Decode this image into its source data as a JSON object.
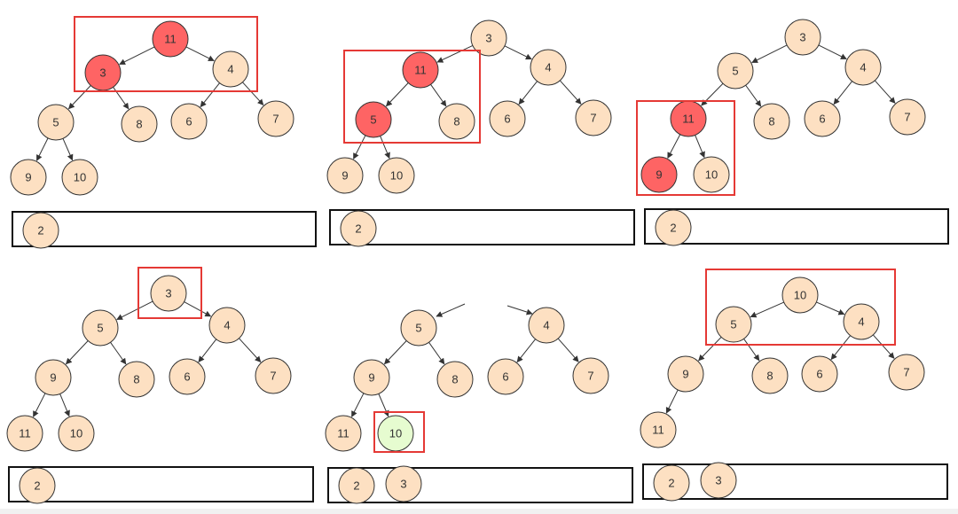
{
  "colors": {
    "node_fill": "#fde0c2",
    "node_stroke": "#333333",
    "active_fill": "#fe6464",
    "inserted_fill": "#e6fcd0",
    "highlight": "#e53935",
    "edge": "#333333",
    "box_stroke": "#111111"
  },
  "panels": [
    {
      "nodes": [
        {
          "id": "n11",
          "label": "11",
          "state": "active"
        },
        {
          "id": "n3",
          "label": "3",
          "state": "active"
        },
        {
          "id": "n4",
          "label": "4",
          "state": "normal"
        },
        {
          "id": "n5",
          "label": "5",
          "state": "normal"
        },
        {
          "id": "n8",
          "label": "8",
          "state": "normal"
        },
        {
          "id": "n6",
          "label": "6",
          "state": "normal"
        },
        {
          "id": "n7",
          "label": "7",
          "state": "normal"
        },
        {
          "id": "n9",
          "label": "9",
          "state": "normal"
        },
        {
          "id": "n10",
          "label": "10",
          "state": "normal"
        }
      ],
      "edges": [
        [
          "n11",
          "n3"
        ],
        [
          "n11",
          "n4"
        ],
        [
          "n3",
          "n5"
        ],
        [
          "n3",
          "n8"
        ],
        [
          "n4",
          "n6"
        ],
        [
          "n4",
          "n7"
        ],
        [
          "n5",
          "n9"
        ],
        [
          "n5",
          "n10"
        ]
      ],
      "output": [
        "2"
      ]
    },
    {
      "nodes": [
        {
          "id": "n3",
          "label": "3",
          "state": "normal"
        },
        {
          "id": "n11",
          "label": "11",
          "state": "active"
        },
        {
          "id": "n4",
          "label": "4",
          "state": "normal"
        },
        {
          "id": "n5",
          "label": "5",
          "state": "active"
        },
        {
          "id": "n8",
          "label": "8",
          "state": "normal"
        },
        {
          "id": "n6",
          "label": "6",
          "state": "normal"
        },
        {
          "id": "n7",
          "label": "7",
          "state": "normal"
        },
        {
          "id": "n9",
          "label": "9",
          "state": "normal"
        },
        {
          "id": "n10",
          "label": "10",
          "state": "normal"
        }
      ],
      "edges": [
        [
          "n3",
          "n11"
        ],
        [
          "n3",
          "n4"
        ],
        [
          "n11",
          "n5"
        ],
        [
          "n11",
          "n8"
        ],
        [
          "n4",
          "n6"
        ],
        [
          "n4",
          "n7"
        ],
        [
          "n5",
          "n9"
        ],
        [
          "n5",
          "n10"
        ]
      ],
      "output": [
        "2"
      ]
    },
    {
      "nodes": [
        {
          "id": "n3",
          "label": "3",
          "state": "normal"
        },
        {
          "id": "n5",
          "label": "5",
          "state": "normal"
        },
        {
          "id": "n4",
          "label": "4",
          "state": "normal"
        },
        {
          "id": "n11",
          "label": "11",
          "state": "active"
        },
        {
          "id": "n8",
          "label": "8",
          "state": "normal"
        },
        {
          "id": "n6",
          "label": "6",
          "state": "normal"
        },
        {
          "id": "n7",
          "label": "7",
          "state": "normal"
        },
        {
          "id": "n9",
          "label": "9",
          "state": "active"
        },
        {
          "id": "n10",
          "label": "10",
          "state": "normal"
        }
      ],
      "edges": [
        [
          "n3",
          "n5"
        ],
        [
          "n3",
          "n4"
        ],
        [
          "n5",
          "n11"
        ],
        [
          "n5",
          "n8"
        ],
        [
          "n4",
          "n6"
        ],
        [
          "n4",
          "n7"
        ],
        [
          "n11",
          "n9"
        ],
        [
          "n11",
          "n10"
        ]
      ],
      "output": [
        "2"
      ]
    },
    {
      "nodes": [
        {
          "id": "n3",
          "label": "3",
          "state": "normal"
        },
        {
          "id": "n5",
          "label": "5",
          "state": "normal"
        },
        {
          "id": "n4",
          "label": "4",
          "state": "normal"
        },
        {
          "id": "n9",
          "label": "9",
          "state": "normal"
        },
        {
          "id": "n8",
          "label": "8",
          "state": "normal"
        },
        {
          "id": "n6",
          "label": "6",
          "state": "normal"
        },
        {
          "id": "n7",
          "label": "7",
          "state": "normal"
        },
        {
          "id": "n11",
          "label": "11",
          "state": "normal"
        },
        {
          "id": "n10",
          "label": "10",
          "state": "normal"
        }
      ],
      "edges": [
        [
          "n3",
          "n5"
        ],
        [
          "n3",
          "n4"
        ],
        [
          "n5",
          "n9"
        ],
        [
          "n5",
          "n8"
        ],
        [
          "n4",
          "n6"
        ],
        [
          "n4",
          "n7"
        ],
        [
          "n9",
          "n11"
        ],
        [
          "n9",
          "n10"
        ]
      ],
      "output": [
        "2"
      ]
    },
    {
      "nodes": [
        {
          "id": "n5",
          "label": "5",
          "state": "normal"
        },
        {
          "id": "n4",
          "label": "4",
          "state": "normal"
        },
        {
          "id": "n9",
          "label": "9",
          "state": "normal"
        },
        {
          "id": "n8",
          "label": "8",
          "state": "normal"
        },
        {
          "id": "n6",
          "label": "6",
          "state": "normal"
        },
        {
          "id": "n7",
          "label": "7",
          "state": "normal"
        },
        {
          "id": "n11",
          "label": "11",
          "state": "normal"
        },
        {
          "id": "n10",
          "label": "10",
          "state": "inserted"
        }
      ],
      "edges": [
        [
          "n4",
          "n6"
        ],
        [
          "n4",
          "n7"
        ],
        [
          "n5",
          "n9"
        ],
        [
          "n5",
          "n8"
        ],
        [
          "n9",
          "n11"
        ],
        [
          "n9",
          "n10"
        ]
      ],
      "output": [
        "2",
        "3"
      ]
    },
    {
      "nodes": [
        {
          "id": "n10",
          "label": "10",
          "state": "normal"
        },
        {
          "id": "n5",
          "label": "5",
          "state": "normal"
        },
        {
          "id": "n4",
          "label": "4",
          "state": "normal"
        },
        {
          "id": "n9",
          "label": "9",
          "state": "normal"
        },
        {
          "id": "n8",
          "label": "8",
          "state": "normal"
        },
        {
          "id": "n6",
          "label": "6",
          "state": "normal"
        },
        {
          "id": "n7",
          "label": "7",
          "state": "normal"
        },
        {
          "id": "n11",
          "label": "11",
          "state": "normal"
        }
      ],
      "edges": [
        [
          "n10",
          "n5"
        ],
        [
          "n10",
          "n4"
        ],
        [
          "n5",
          "n9"
        ],
        [
          "n5",
          "n8"
        ],
        [
          "n4",
          "n6"
        ],
        [
          "n4",
          "n7"
        ],
        [
          "n9",
          "n11"
        ]
      ],
      "output": [
        "2",
        "3"
      ]
    }
  ]
}
